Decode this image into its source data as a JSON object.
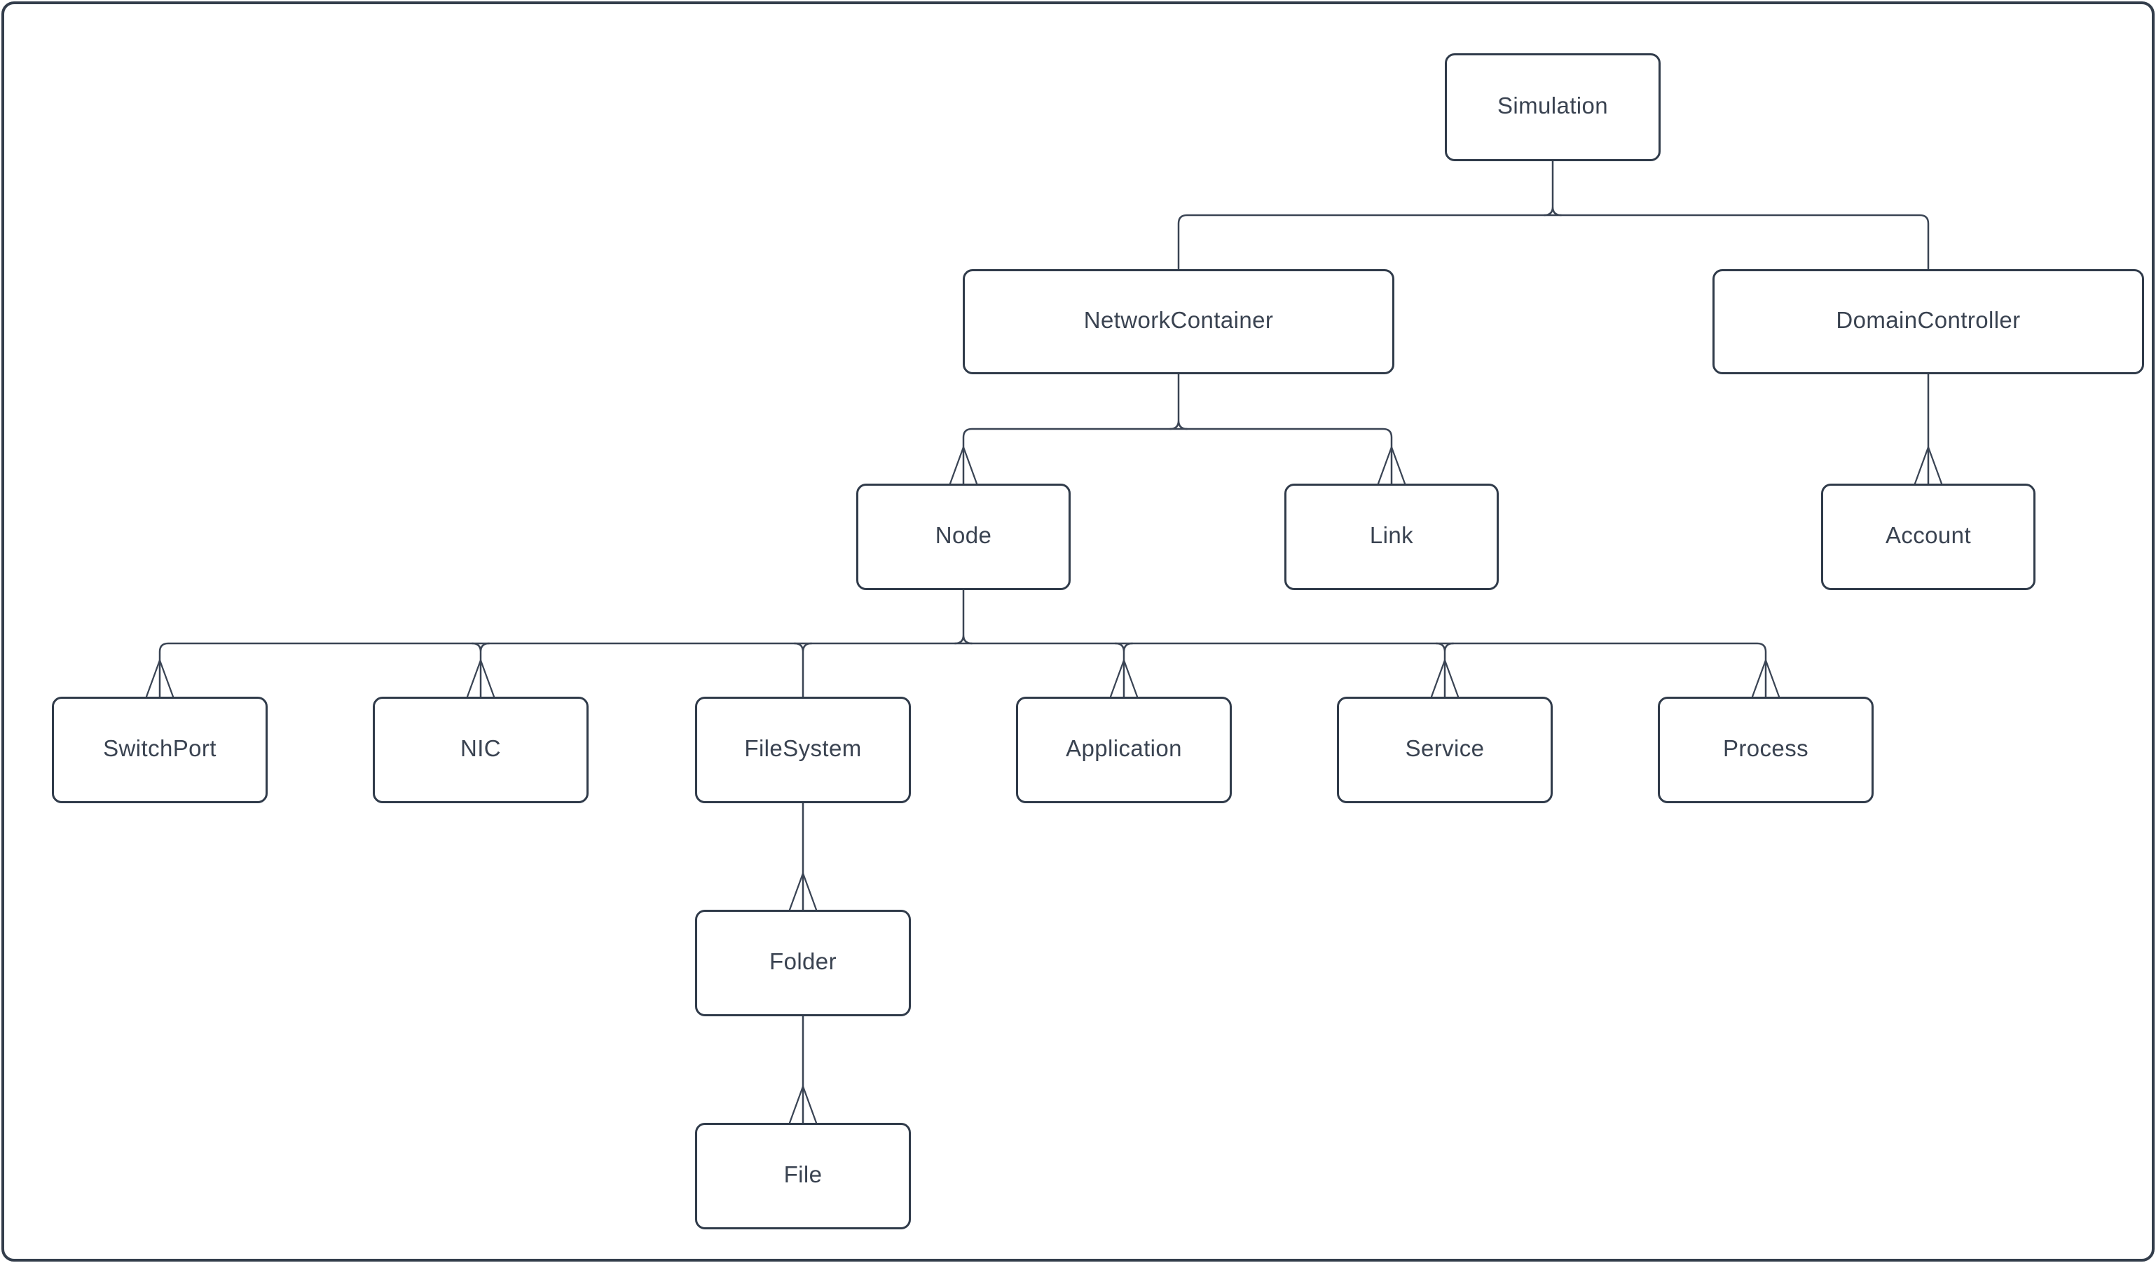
{
  "diagram": {
    "type": "hierarchy-tree",
    "colors": {
      "background": "#ffffff",
      "frame_border": "#333d4b",
      "box_border": "#303b4a",
      "box_fill": "#ffffff",
      "line": "#3a4454",
      "text": "#3a4351"
    },
    "arrowhead_style": "open upward V (crow's foot) at child end"
  },
  "nodes": {
    "simulation": {
      "label": "Simulation"
    },
    "network_container": {
      "label": "NetworkContainer"
    },
    "domain_controller": {
      "label": "DomainController"
    },
    "node": {
      "label": "Node"
    },
    "link": {
      "label": "Link"
    },
    "account": {
      "label": "Account"
    },
    "switch_port": {
      "label": "SwitchPort"
    },
    "nic": {
      "label": "NIC"
    },
    "file_system": {
      "label": "FileSystem"
    },
    "application": {
      "label": "Application"
    },
    "service": {
      "label": "Service"
    },
    "process": {
      "label": "Process"
    },
    "folder": {
      "label": "Folder"
    },
    "file": {
      "label": "File"
    }
  },
  "edges": [
    {
      "from": "Simulation",
      "to": "NetworkContainer",
      "arrowhead": false
    },
    {
      "from": "Simulation",
      "to": "DomainController",
      "arrowhead": false
    },
    {
      "from": "NetworkContainer",
      "to": "Node",
      "arrowhead": true
    },
    {
      "from": "NetworkContainer",
      "to": "Link",
      "arrowhead": true
    },
    {
      "from": "DomainController",
      "to": "Account",
      "arrowhead": true
    },
    {
      "from": "Node",
      "to": "SwitchPort",
      "arrowhead": true
    },
    {
      "from": "Node",
      "to": "NIC",
      "arrowhead": true
    },
    {
      "from": "Node",
      "to": "FileSystem",
      "arrowhead": false
    },
    {
      "from": "Node",
      "to": "Application",
      "arrowhead": true
    },
    {
      "from": "Node",
      "to": "Service",
      "arrowhead": true
    },
    {
      "from": "Node",
      "to": "Process",
      "arrowhead": true
    },
    {
      "from": "FileSystem",
      "to": "Folder",
      "arrowhead": true
    },
    {
      "from": "Folder",
      "to": "File",
      "arrowhead": true
    }
  ]
}
